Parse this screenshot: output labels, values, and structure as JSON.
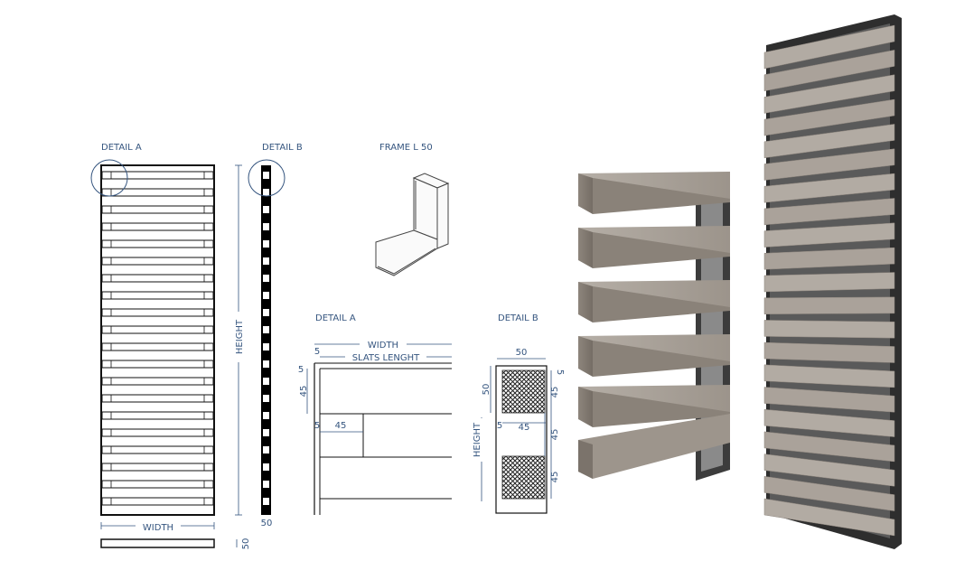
{
  "labels": {
    "detail_a_top": "DETAIL A",
    "detail_b_top": "DETAIL B",
    "frame_l50": "FRAME L 50",
    "detail_a_sec": "DETAIL A",
    "detail_b_sec": "DETAIL B"
  },
  "dims": {
    "height": "HEIGHT",
    "width": "WIDTH",
    "width_sec": "WIDTH",
    "slats_length": "SLATS LENGHT",
    "height_b": "HEIGHT",
    "five_a1": "5",
    "five_a2": "5",
    "forty_five_a1": "45",
    "forty_five_a2": "45",
    "fifty_b_top": "50",
    "fifty_b_side": "50",
    "five_b_right": "5",
    "forty_five_b1": "45",
    "forty_five_b2": "45",
    "forty_five_b3": "45",
    "five_b_low": "5",
    "forty_five_b_low": "45",
    "fifty_bottom_strip": "50",
    "fifty_bottom_side": "50"
  },
  "colors": {
    "annotation": "#35557f",
    "frame": "#111111",
    "wood": "#a79f96",
    "wood_dark": "#7d756d",
    "steel": "#2b2b2b"
  }
}
